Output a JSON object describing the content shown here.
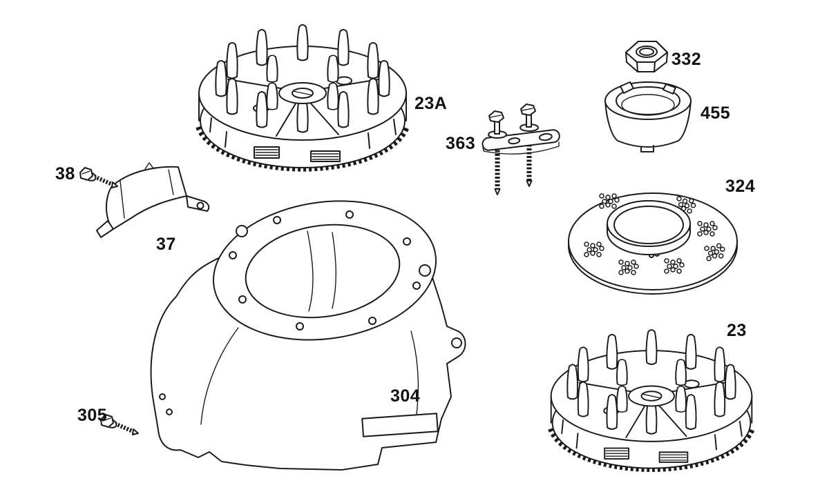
{
  "diagram": {
    "kind": "exploded-parts-diagram",
    "background_color": "#ffffff",
    "line_color": "#1a1a1a",
    "label_color": "#111111",
    "parts": [
      {
        "label": "23A",
        "name": "flywheel-upper"
      },
      {
        "label": "332",
        "name": "flywheel-nut"
      },
      {
        "label": "455",
        "name": "starter-cup"
      },
      {
        "label": "363",
        "name": "flywheel-puller"
      },
      {
        "label": "324",
        "name": "rotating-screen"
      },
      {
        "label": "38",
        "name": "baffle-screw"
      },
      {
        "label": "37",
        "name": "cylinder-baffle"
      },
      {
        "label": "304",
        "name": "blower-housing"
      },
      {
        "label": "305",
        "name": "housing-screw"
      },
      {
        "label": "23",
        "name": "flywheel-lower"
      }
    ]
  }
}
